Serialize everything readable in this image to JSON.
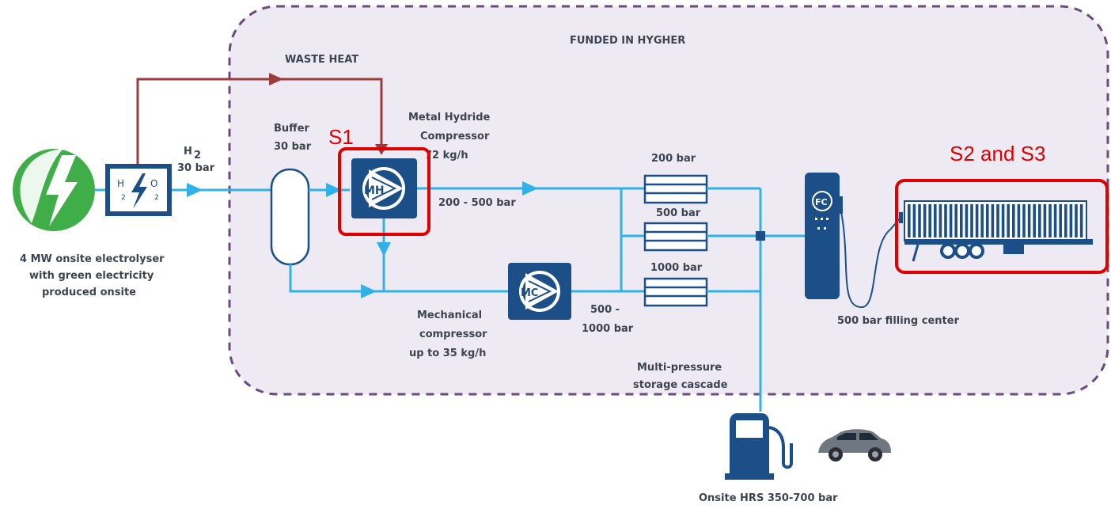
{
  "title": "FUNDED IN HYGHER",
  "waste_heat": "WASTE HEAT",
  "electrolyser": {
    "h2_line1": "H",
    "h2_line2": "2",
    "o2_line1": "O",
    "o2_line2": "2",
    "label": [
      "4 MW onsite electrolyser",
      "with green electricity",
      "produced onsite"
    ]
  },
  "h2_flow": {
    "symbol": "H",
    "subscript": "2",
    "pressure": "30 bar"
  },
  "buffer": {
    "line1": "Buffer",
    "line2": "30 bar"
  },
  "mh_compressor": {
    "badge": "MH",
    "label": [
      "Metal Hydride",
      "Compressor",
      "72 kg/h"
    ],
    "output": "200 - 500 bar"
  },
  "mech_compressor": {
    "badge": "MC",
    "label": [
      "Mechanical",
      "compressor",
      "up to 35 kg/h"
    ],
    "output": [
      "500 -",
      "1000 bar"
    ]
  },
  "storage": {
    "tiers": [
      "200 bar",
      "500 bar",
      "1000 bar"
    ],
    "label": [
      "Multi-pressure",
      "storage cascade"
    ]
  },
  "filling_center": {
    "badge": "FC",
    "label": "500 bar filling center"
  },
  "hrs": {
    "label": "Onsite HRS 350-700 bar"
  },
  "annotations": {
    "s1": "S1",
    "s2s3": "S2 and S3"
  },
  "colors": {
    "flow": "#31b2e6",
    "dark_blue": "#1c4f87",
    "waste_heat": "#9b3b3e",
    "region_fill": "#eeeaf3",
    "region_border": "#6b4b7c",
    "highlight": "#e00000",
    "green": "#3fae49"
  }
}
